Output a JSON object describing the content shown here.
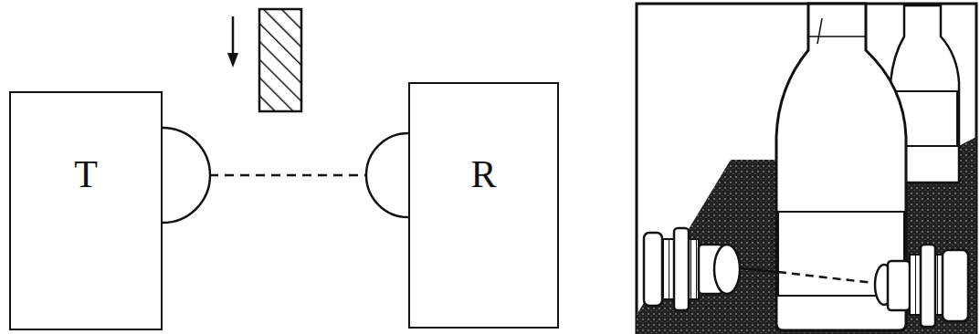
{
  "diagram": {
    "nodes": [
      {
        "text": [
          "T"
        ]
      },
      {
        "text": [
          "R"
        ]
      }
    ],
    "edges": [
      {
        "from": 0,
        "to": 1,
        "arrow": "none"
      }
    ]
  }
}
